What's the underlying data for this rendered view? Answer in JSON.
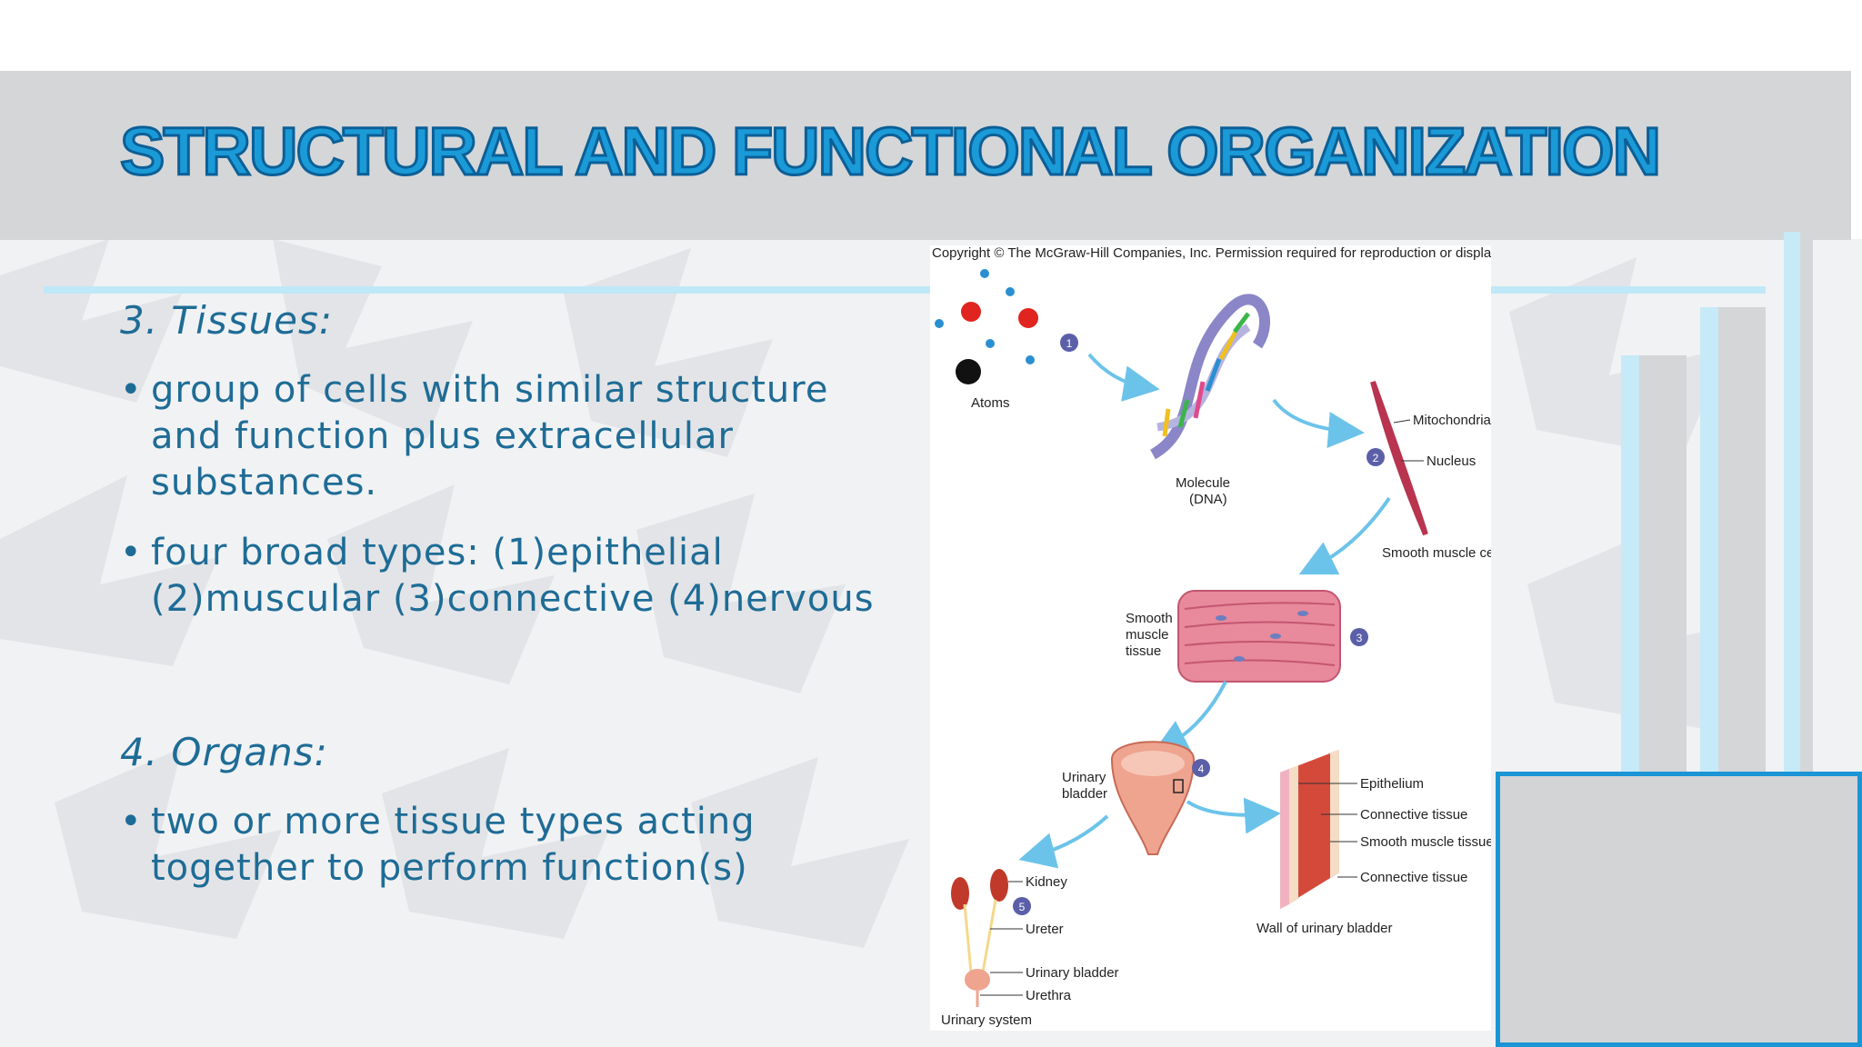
{
  "slide": {
    "title": "STRUCTURAL AND FUNCTIONAL ORGANIZATION",
    "sections": [
      {
        "heading": "3. Tissues:",
        "bullets": [
          "group of cells with similar structure and function plus extracellular substances.",
          "four broad types: (1)epithelial (2)muscular (3)connective (4)nervous"
        ]
      },
      {
        "heading": "4. Organs:",
        "bullets": [
          "two or more tissue types acting together to perform function(s)"
        ]
      }
    ]
  },
  "figure": {
    "copyright": "Copyright © The McGraw-Hill Companies, Inc. Permission required for reproduction or display.",
    "labels": {
      "atoms": "Atoms",
      "molecule": "Molecule",
      "dna": "(DNA)",
      "mitochondria": "Mitochondria",
      "nucleus": "Nucleus",
      "smooth_muscle_cell": "Smooth muscle cell",
      "smooth": "Smooth",
      "muscle": "muscle",
      "tissue": "tissue",
      "urinary": "Urinary",
      "bladder": "bladder",
      "epithelium": "Epithelium",
      "connective_tissue_1": "Connective tissue",
      "smooth_muscle_tissue": "Smooth muscle tissue",
      "connective_tissue_2": "Connective tissue",
      "wall_of_bladder": "Wall of urinary bladder",
      "kidney": "Kidney",
      "ureter": "Ureter",
      "urinary_bladder": "Urinary bladder",
      "urethra": "Urethra",
      "urinary_system": "Urinary system"
    },
    "steps": [
      "1",
      "2",
      "3",
      "4",
      "5"
    ]
  },
  "colors": {
    "title_fill": "#1b9ad8",
    "title_outline": "#0c5f96",
    "body_text": "#1e6c96",
    "accent_light_blue": "#bfe8f8",
    "panel_border": "#1b95d5",
    "step_badge": "#5b5fa8",
    "arrow": "#6cc3ea"
  }
}
